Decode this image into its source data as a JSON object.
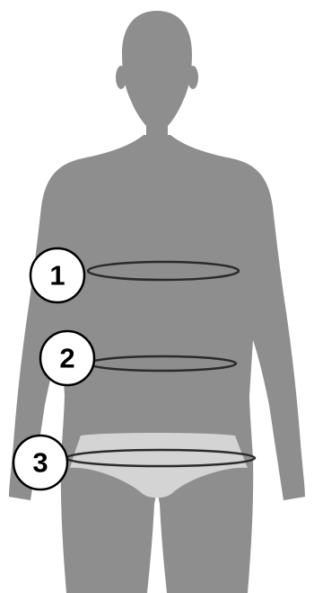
{
  "colors": {
    "background": "#ffffff",
    "body": "#8e8e8e",
    "underwear": "#d4d4d4",
    "measure_line": "#2b2b2b",
    "marker_fill": "#ffffff",
    "marker_stroke": "#000000"
  },
  "markers": [
    {
      "label": "1",
      "area": "chest"
    },
    {
      "label": "2",
      "area": "waist"
    },
    {
      "label": "3",
      "area": "hips"
    }
  ]
}
